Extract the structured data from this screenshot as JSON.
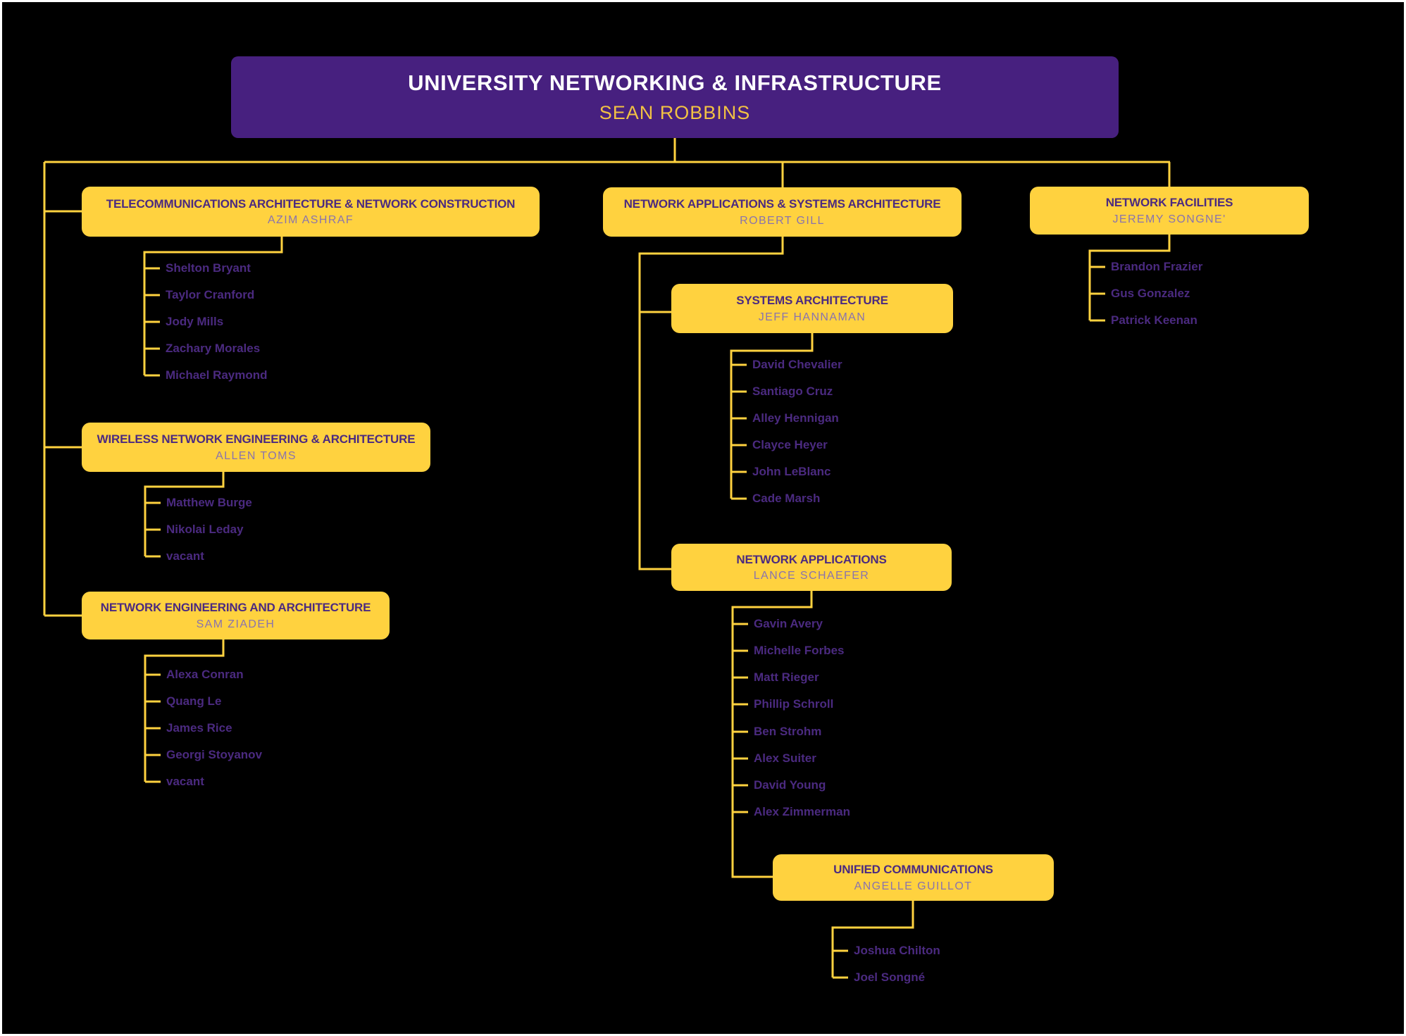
{
  "colors": {
    "background": "#000000",
    "frame_border": "#FFFFFF",
    "root_box": "#47207F",
    "dept_box": "#FFD23F",
    "connector": "#FFD23F",
    "title_text_on_yellow": "#4B2A80",
    "leader_text_on_yellow": "#8973AE",
    "root_title_text": "#FFFFFF",
    "root_leader_text": "#F2C243",
    "member_text": "#4B2A80"
  },
  "root": {
    "title": "UNIVERSITY NETWORKING & INFRASTRUCTURE",
    "leader": "SEAN ROBBINS"
  },
  "departments": [
    {
      "title": "TELECOMMUNICATIONS ARCHITECTURE & NETWORK CONSTRUCTION",
      "leader": "AZIM ASHRAF",
      "members": [
        "Shelton Bryant",
        "Taylor Cranford",
        "Jody Mills",
        "Zachary Morales",
        "Michael Raymond"
      ]
    },
    {
      "title": "WIRELESS NETWORK ENGINEERING & ARCHITECTURE",
      "leader": "ALLEN TOMS",
      "members": [
        "Matthew Burge",
        "Nikolai Leday",
        "vacant"
      ]
    },
    {
      "title": "NETWORK ENGINEERING AND ARCHITECTURE",
      "leader": "SAM ZIADEH",
      "members": [
        "Alexa Conran",
        "Quang Le",
        "James Rice",
        "Georgi Stoyanov",
        "vacant"
      ]
    },
    {
      "title": "NETWORK APPLICATIONS & SYSTEMS ARCHITECTURE",
      "leader": "ROBERT GILL",
      "members": []
    },
    {
      "title": "SYSTEMS ARCHITECTURE",
      "leader": "JEFF HANNAMAN",
      "members": [
        "David Chevalier",
        "Santiago Cruz",
        "Alley Hennigan",
        "Clayce Heyer",
        "John LeBlanc",
        "Cade Marsh"
      ]
    },
    {
      "title": "NETWORK APPLICATIONS",
      "leader": "LANCE SCHAEFER",
      "members": [
        "Gavin Avery",
        "Michelle Forbes",
        "Matt Rieger",
        "Phillip Schroll",
        "Ben Strohm",
        "Alex Suiter",
        "David Young",
        "Alex Zimmerman"
      ]
    },
    {
      "title": "UNIFIED COMMUNICATIONS",
      "leader": "ANGELLE GUILLOT",
      "members": [
        "Joshua Chilton",
        "Joel Songné"
      ]
    },
    {
      "title": "NETWORK FACILITIES",
      "leader": "JEREMY SONGNE'",
      "members": [
        "Brandon Frazier",
        "Gus Gonzalez",
        "Patrick Keenan"
      ]
    }
  ]
}
